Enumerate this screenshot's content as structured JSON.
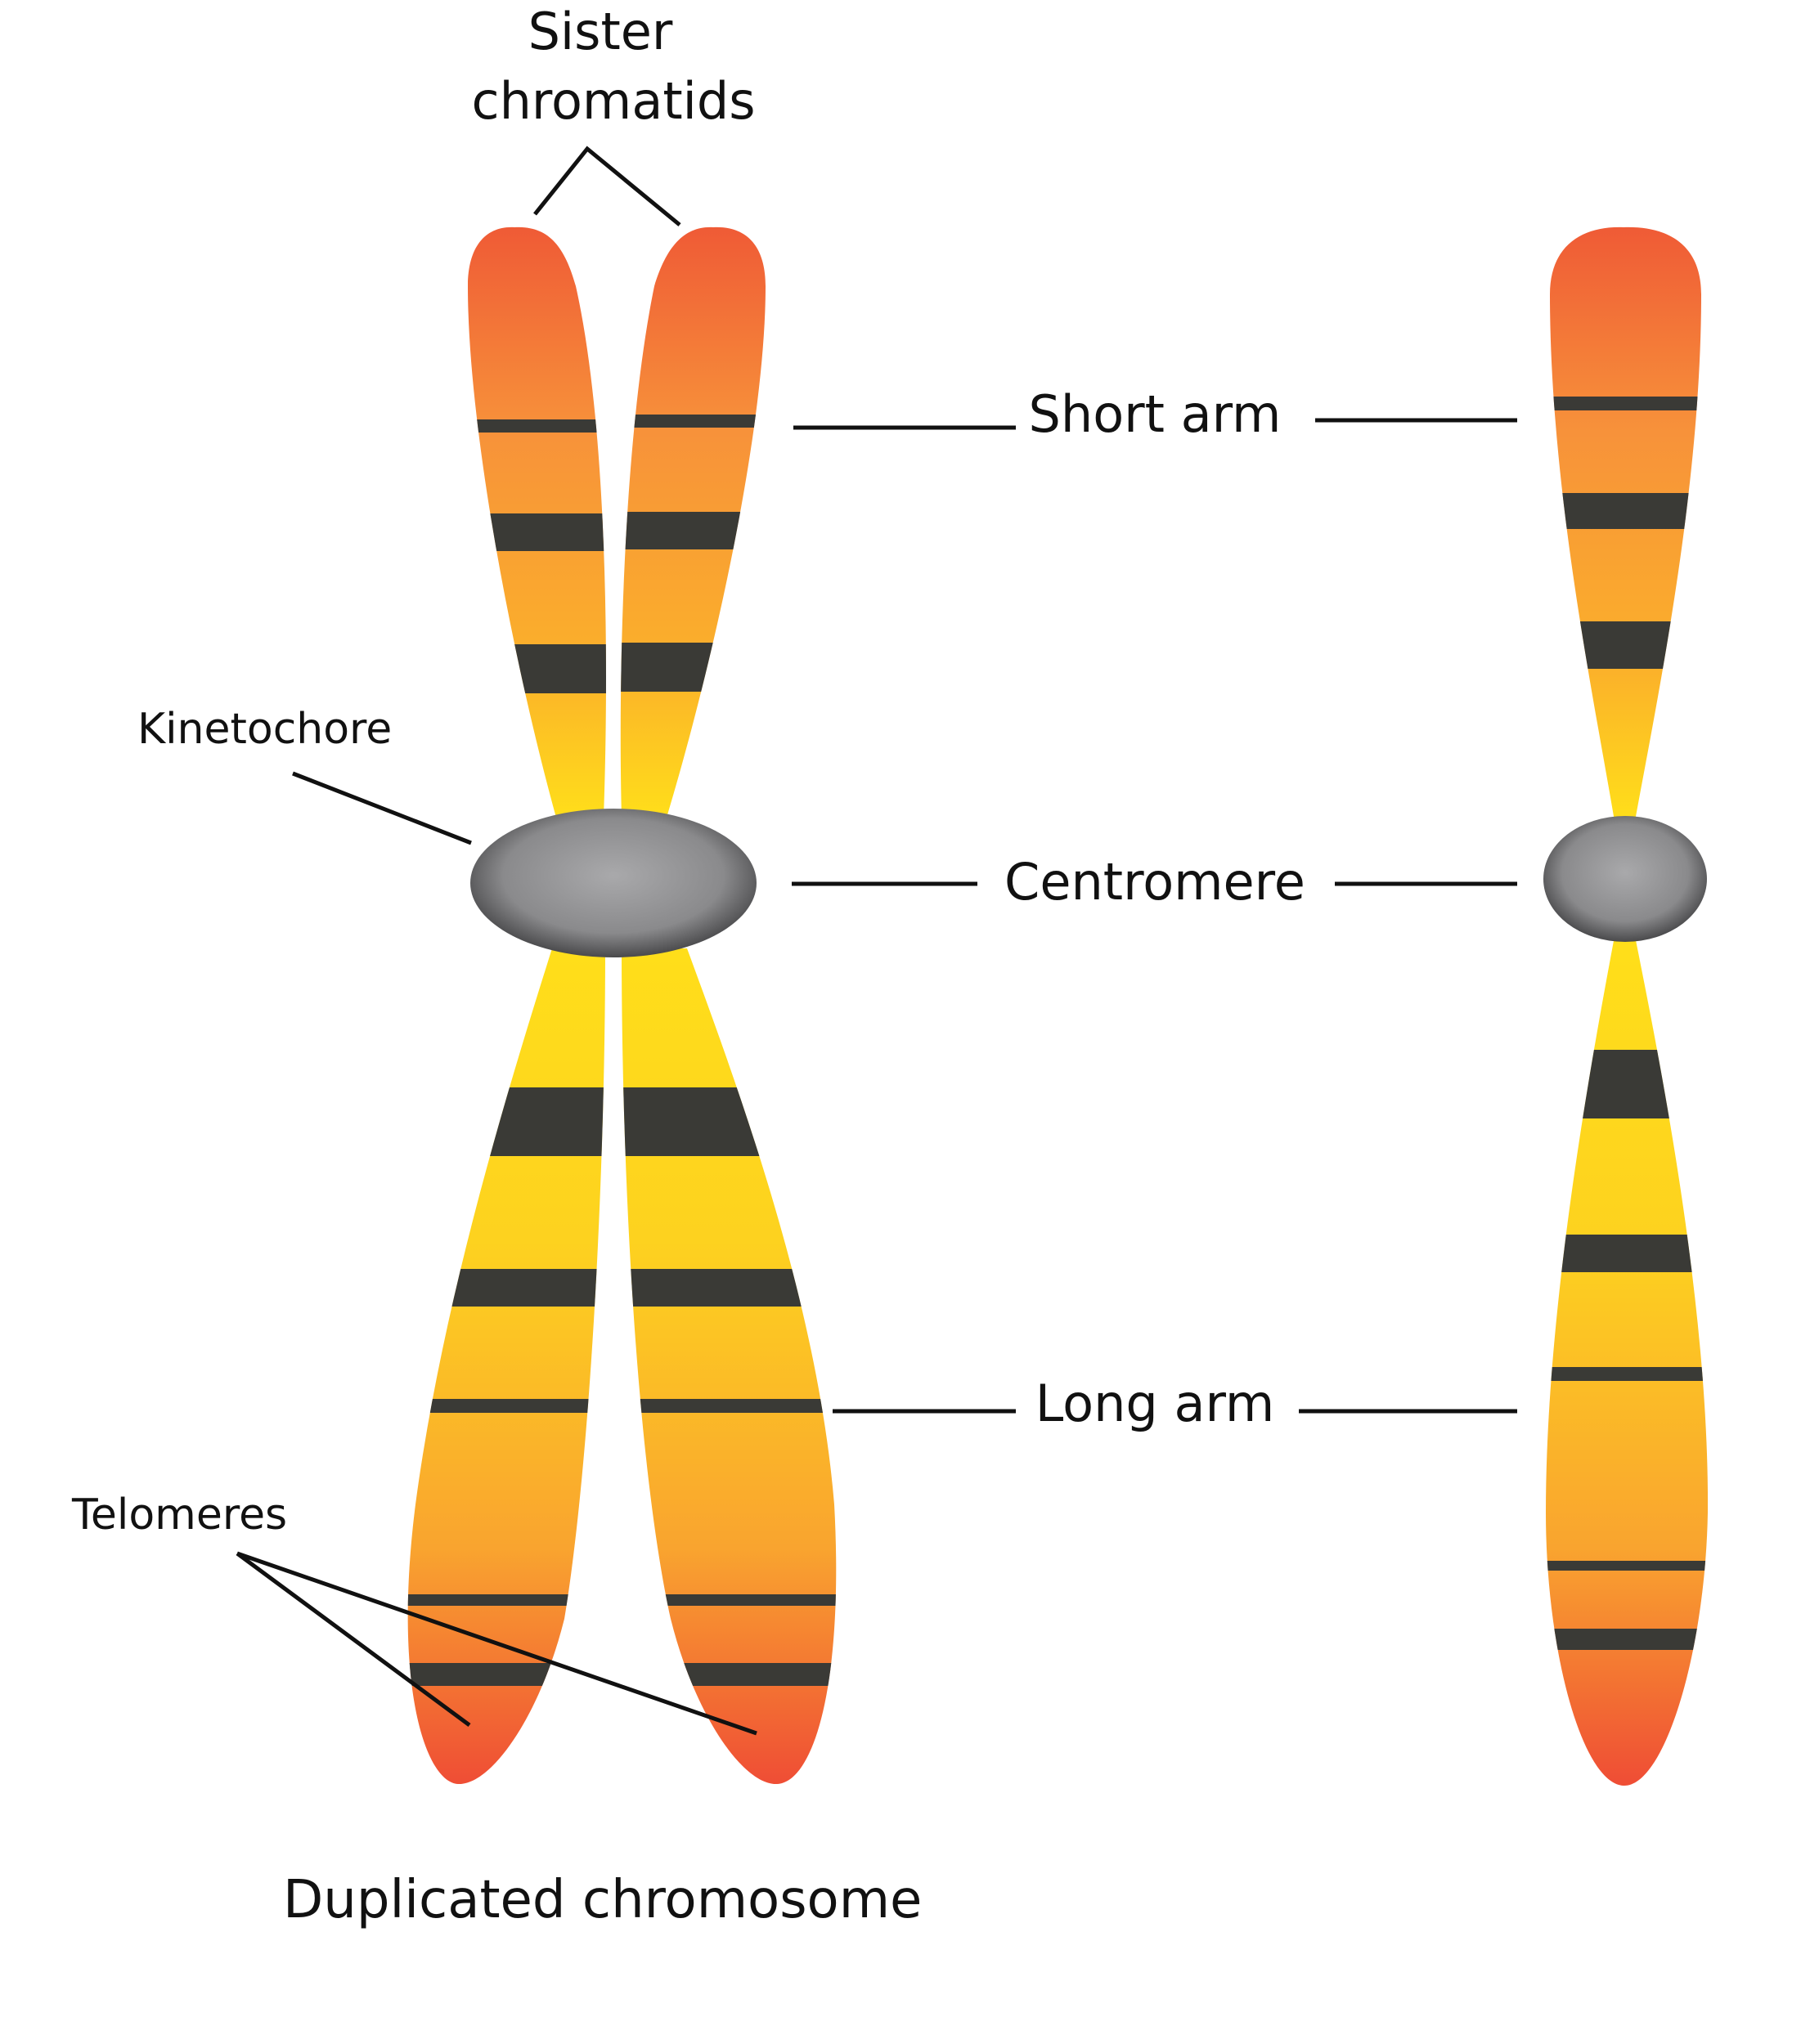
{
  "labels": {
    "sister_chromatids_line1": "Sister",
    "sister_chromatids_line2": "chromatids",
    "short_arm": "Short arm",
    "centromere": "Centromere",
    "long_arm": "Long arm",
    "kinetochore": "Kinetochore",
    "telomeres": "Telomeres",
    "caption": "Duplicated chromosome"
  },
  "colors": {
    "telomere_red": "#ef4e35",
    "orange": "#f7923a",
    "yellow": "#ffde1a",
    "band_dark": "#3a3a36",
    "centromere_light": "#a8a8aa",
    "centromere_dark": "#4a4a4c",
    "line": "#111111"
  }
}
